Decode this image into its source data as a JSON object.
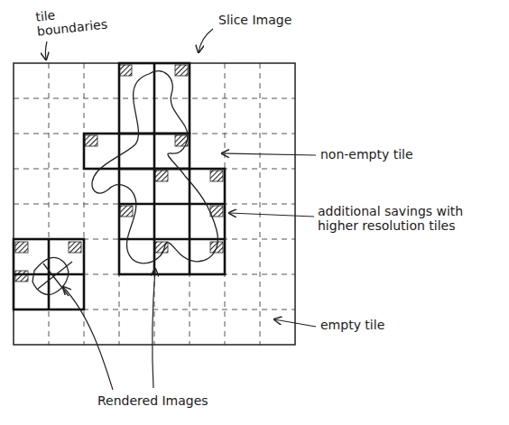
{
  "diagram": {
    "labels": [
      "tile boundaries",
      "Slice Image",
      "non-empty tile",
      "additional savings with higher resolution tiles",
      "empty tile",
      "Rendered Images"
    ]
  }
}
